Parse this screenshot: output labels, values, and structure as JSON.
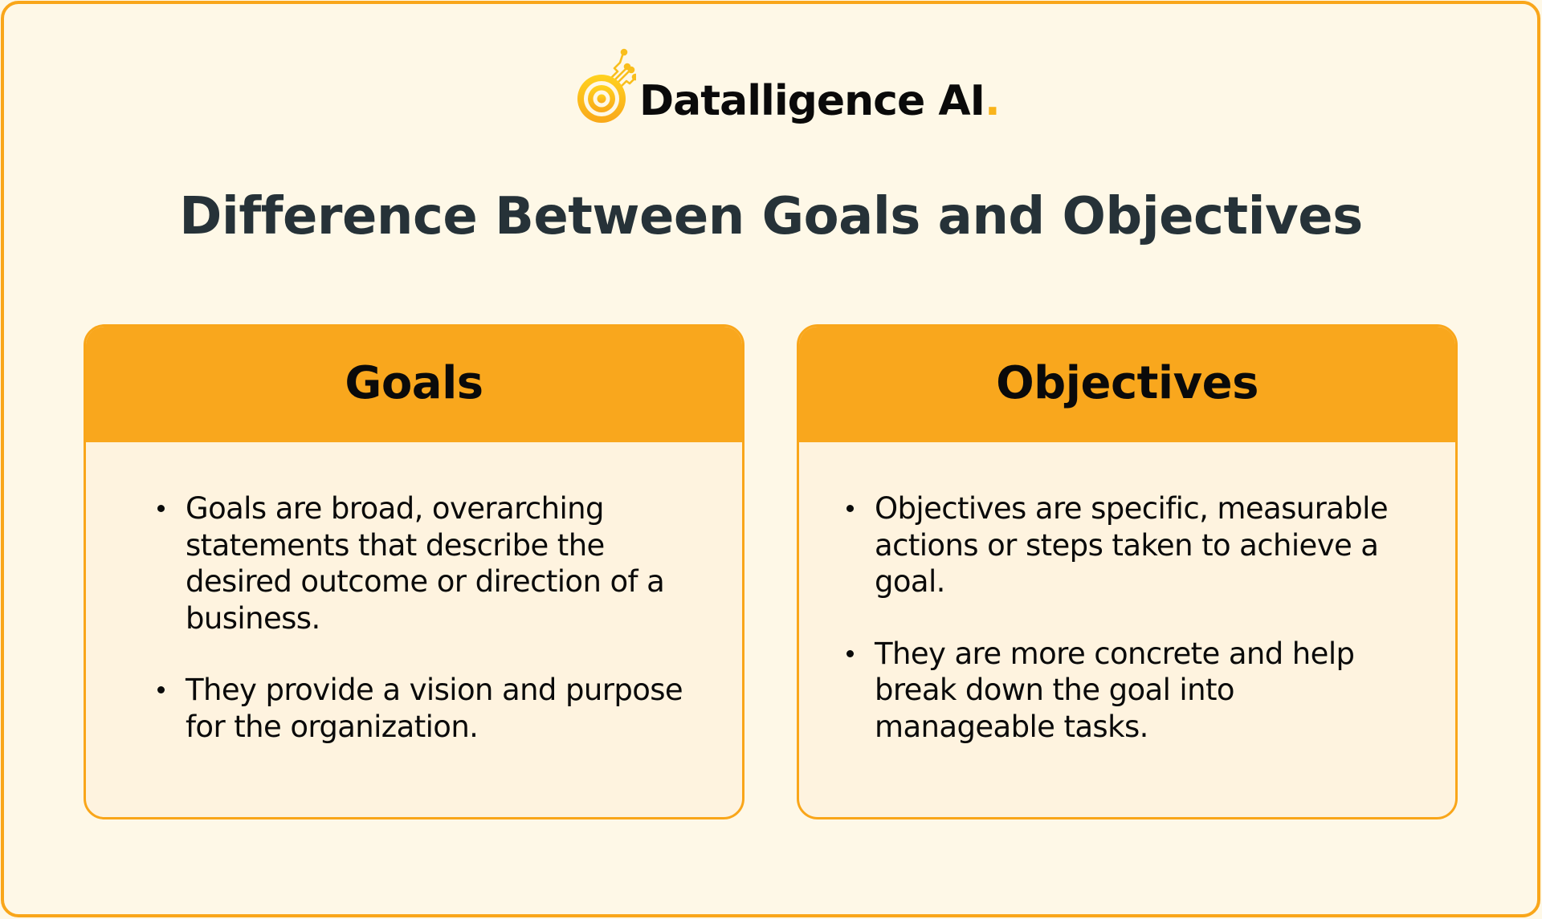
{
  "brand": {
    "name": "Datalligence AI",
    "dot": ".",
    "icon": "target-circuit-icon",
    "accent_color": "#F9B41B"
  },
  "title": "Difference Between Goals and Objectives",
  "colors": {
    "background": "#FEF8E7",
    "border": "#F9A61A",
    "header_fill": "#F9A71D",
    "card_fill": "#FEF3DF",
    "title_text": "#263238",
    "body_text": "#0A0A0A"
  },
  "cards": [
    {
      "heading": "Goals",
      "bullets": [
        "Goals are broad, overarching statements that describe the desired outcome or direction of a business.",
        "They provide a vision and purpose for the organization."
      ]
    },
    {
      "heading": "Objectives",
      "bullets": [
        "Objectives are specific, measurable actions or steps taken to achieve a goal.",
        "They are more concrete and help break down the goal into manageable tasks."
      ]
    }
  ]
}
